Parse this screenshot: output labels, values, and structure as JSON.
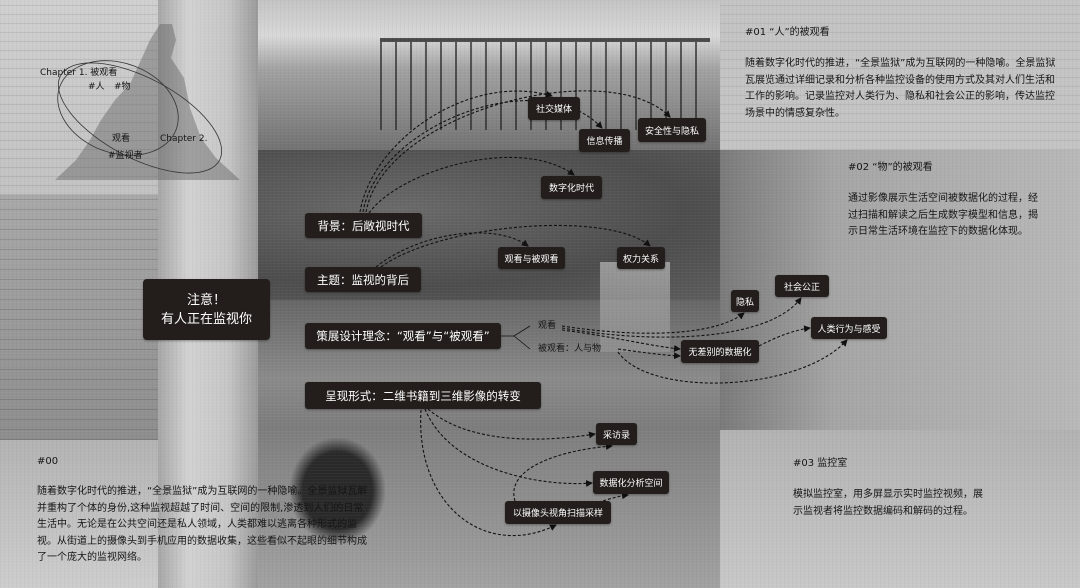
{
  "overview_diagram": {
    "chapter1_label": "Chapter 1. 被观看",
    "tag_person": "#人",
    "tag_object": "#物",
    "watch_label": "观看",
    "chapter2_label": "Chapter 2.",
    "tag_watcher": "#监视者"
  },
  "central_node": {
    "line1": "注意！",
    "line2": "有人正在监视你"
  },
  "branches": [
    {
      "label": "背景：后敞视时代",
      "children": [
        "社交媒体",
        "信息传播",
        "安全性与隐私",
        "数字化时代"
      ]
    },
    {
      "label": "主题：监视的背后",
      "children": [
        "观看与被观看",
        "权力关系"
      ]
    },
    {
      "label": "策展设计理念：“观看”与“被观看”",
      "sub_labels": [
        "观看",
        "被观看：人与物"
      ],
      "children": [
        "隐私",
        "社会公正",
        "无差别的数据化",
        "人类行为与感受"
      ]
    },
    {
      "label": "呈现形式：二维书籍到三维影像的转变",
      "children": [
        "采访录",
        "数据化分析空间",
        "以摄像头视角扫描采样"
      ]
    }
  ],
  "notes": [
    {
      "heading": "#00",
      "body": "随着数字化时代的推进，“全景监狱”成为互联网的一种隐喻。全景监狱瓦解并重构了个体的身份,这种监视超越了时间、空间的限制,渗透到人们的日常生活中。无论是在公共空间还是私人领域，人类都难以逃离各种形式的监视。从街道上的摄像头到手机应用的数据收集，这些看似不起眼的细节构成了一个庞大的监视网络。"
    },
    {
      "heading": "#01 “人”的被观看",
      "body": "随着数字化时代的推进，“全景监狱”成为互联网的一种隐喻。全景监狱瓦展览通过详细记录和分析各种监控设备的使用方式及其对人们生活和工作的影响。记录监控对人类行为、隐私和社会公正的影响，传达监控场景中的情感复杂性。"
    },
    {
      "heading": "#02 “物”的被观看",
      "body": "通过影像展示生活空间被数据化的过程，经过扫描和解读之后生成数字模型和信息，揭示日常生活环境在监控下的数据化体现。"
    },
    {
      "heading": "#03 监控室",
      "body": "模拟监控室，用多屏显示实时监控视频，展示监视者将监控数据编码和解码的过程。"
    }
  ],
  "colors": {
    "node_fill": "#231e1c",
    "node_text": "#ffffff",
    "connector": "#111111"
  }
}
